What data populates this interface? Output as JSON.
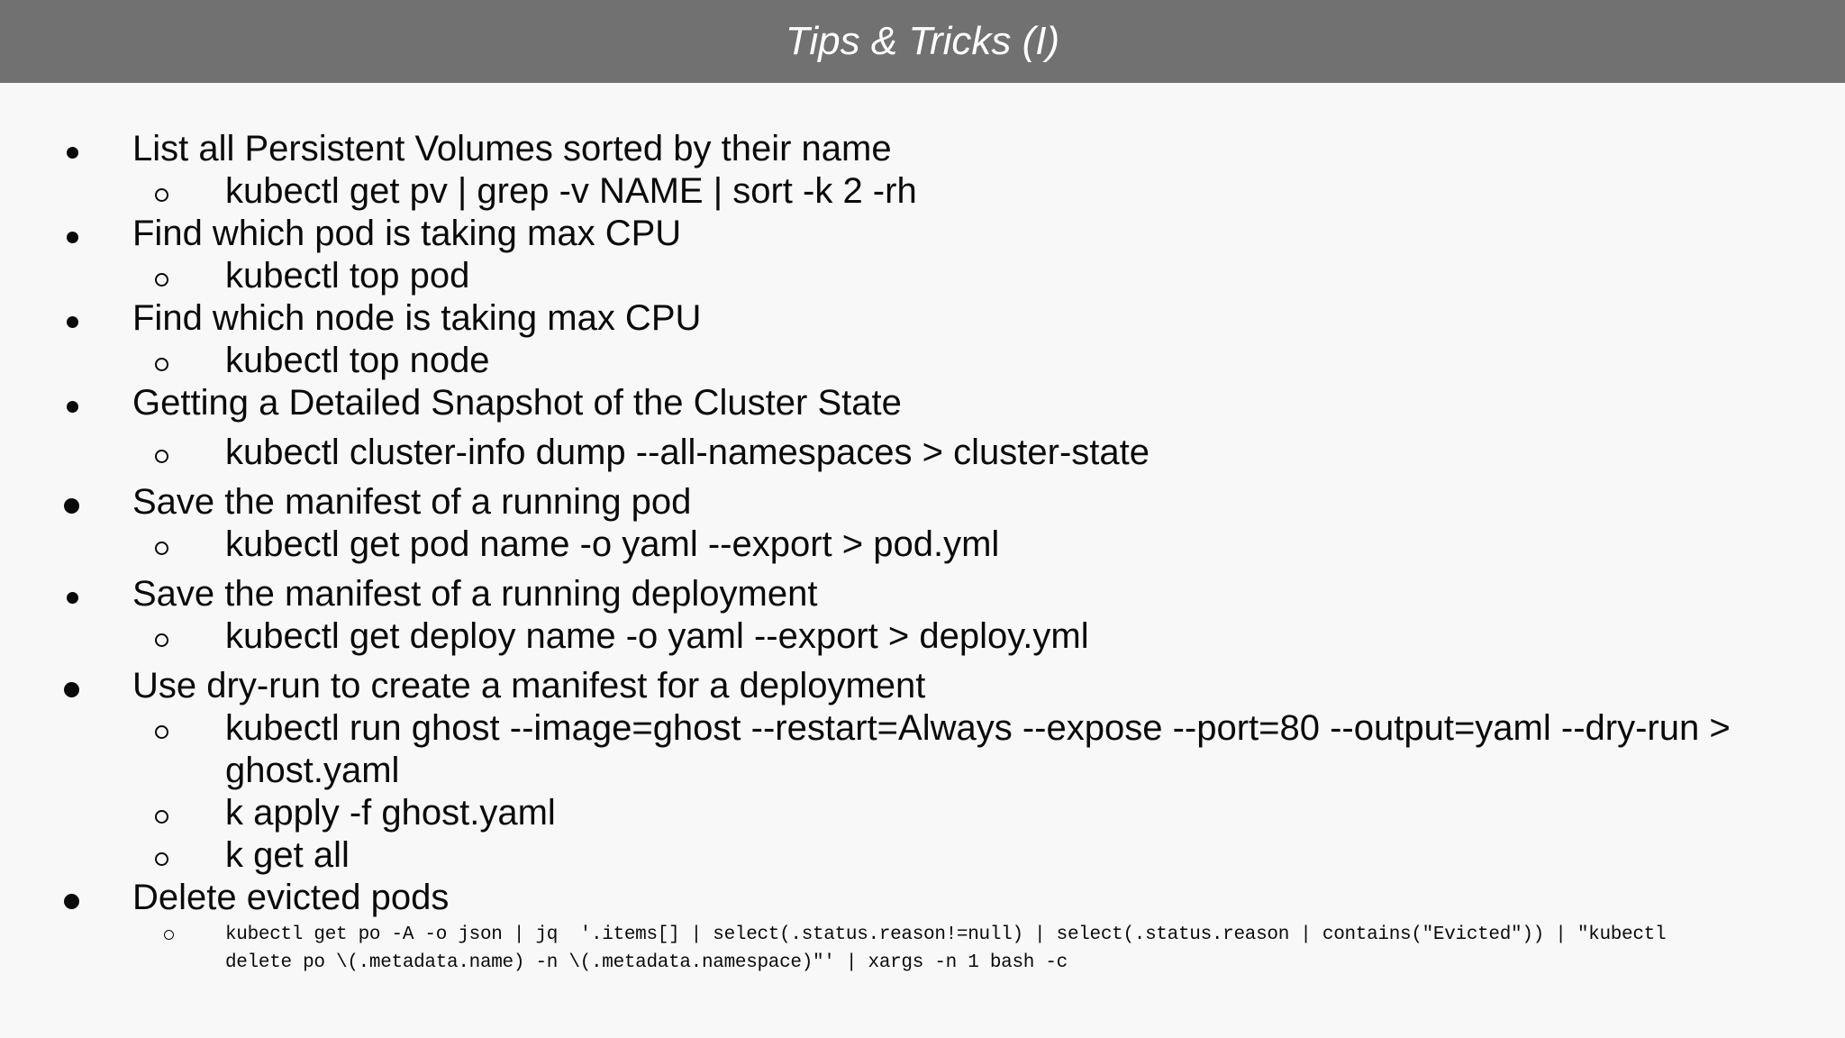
{
  "slide": {
    "title": "Tips & Tricks (I)",
    "colors": {
      "header_bg": "#717171",
      "title_text": "#ffffff",
      "background": "#f8f8f8",
      "body_text": "#0a0a0a"
    }
  },
  "list": {
    "items": [
      {
        "level": 1,
        "marker": "dot",
        "text": "List all Persistent Volumes sorted by their name"
      },
      {
        "level": 2,
        "marker": "circle",
        "text": "kubectl get pv | grep -v NAME | sort -k 2 -rh"
      },
      {
        "level": 1,
        "marker": "dot",
        "text": "Find which pod is taking max CPU"
      },
      {
        "level": 2,
        "marker": "circle",
        "text": "kubectl top pod"
      },
      {
        "level": 1,
        "marker": "dot",
        "text": "Find which node is taking max CPU"
      },
      {
        "level": 2,
        "marker": "circle",
        "text": "kubectl top node"
      },
      {
        "level": 1,
        "marker": "dot",
        "text": "Getting a Detailed Snapshot of the Cluster State"
      },
      {
        "level": 2,
        "marker": "circle",
        "text": "kubectl cluster-info dump --all-namespaces > cluster-state"
      },
      {
        "level": 1,
        "marker": "dot-large",
        "text": "Save the manifest of a running pod"
      },
      {
        "level": 2,
        "marker": "circle",
        "text": "kubectl get pod name -o yaml --export > pod.yml"
      },
      {
        "level": 1,
        "marker": "dot",
        "text": "Save the manifest of a running deployment"
      },
      {
        "level": 2,
        "marker": "circle",
        "text": "kubectl get deploy name -o yaml --export > deploy.yml"
      },
      {
        "level": 1,
        "marker": "dot-large",
        "text": "Use dry-run to create a manifest for a deployment"
      },
      {
        "level": 2,
        "marker": "circle",
        "text": "kubectl run ghost --image=ghost --restart=Always --expose --port=80 --output=yaml --dry-run >\nghost.yaml"
      },
      {
        "level": 2,
        "marker": "circle",
        "text": "k apply -f ghost.yaml"
      },
      {
        "level": 2,
        "marker": "circle",
        "text": "k get all"
      },
      {
        "level": 1,
        "marker": "dot-large",
        "text": "Delete evicted pods"
      },
      {
        "level": 2,
        "marker": "circle-small",
        "style": "code",
        "text": "kubectl get po -A -o json | jq  '.items[] | select(.status.reason!=null) | select(.status.reason | contains(\"Evicted\")) | \"kubectl\ndelete po \\(.metadata.name) -n \\(.metadata.namespace)\"' | xargs -n 1 bash -c"
      }
    ]
  }
}
